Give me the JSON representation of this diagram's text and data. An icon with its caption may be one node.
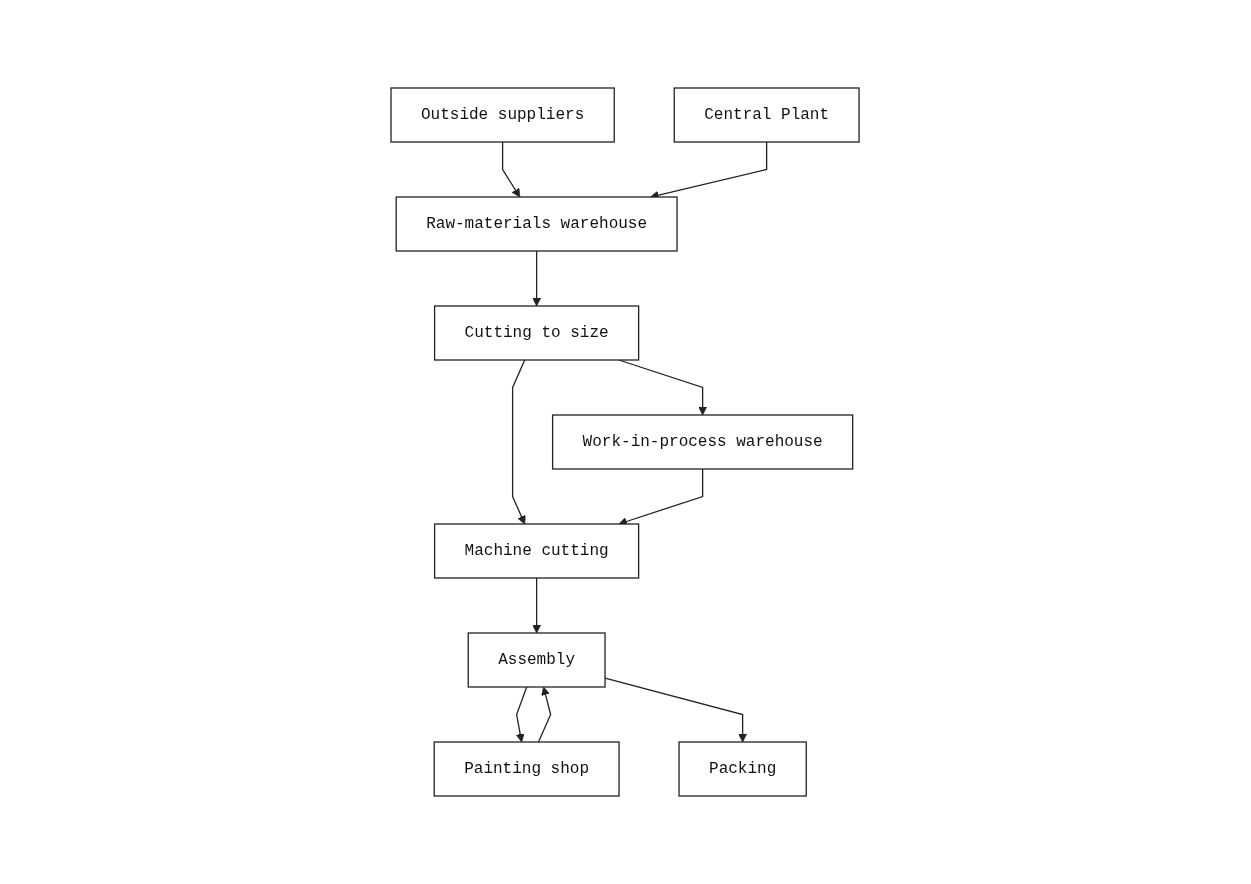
{
  "diagram": {
    "nodes": [
      {
        "text": [
          "Outside suppliers"
        ]
      },
      {
        "text": [
          "Central Plant"
        ]
      },
      {
        "text": [
          "Raw-materials warehouse"
        ]
      },
      {
        "text": [
          "Cutting to size"
        ]
      },
      {
        "text": [
          "Work-in-process warehouse"
        ]
      },
      {
        "text": [
          "Machine cutting"
        ]
      },
      {
        "text": [
          "Painting shop"
        ]
      },
      {
        "text": [
          "Assembly"
        ]
      },
      {
        "text": [
          "Packing"
        ]
      }
    ],
    "edges": [
      {
        "from": 0,
        "to": 2,
        "arrow": "to"
      },
      {
        "from": 1,
        "to": 2,
        "arrow": "to"
      },
      {
        "from": 2,
        "to": 3,
        "arrow": "to"
      },
      {
        "from": 3,
        "to": 4,
        "arrow": "to"
      },
      {
        "from": 3,
        "to": 5,
        "arrow": "to"
      },
      {
        "from": 4,
        "to": 5,
        "arrow": "to"
      },
      {
        "from": 5,
        "to": 7,
        "arrow": "to"
      },
      {
        "from": 7,
        "to": 6,
        "arrow": "to"
      },
      {
        "from": 6,
        "to": 7,
        "arrow": "to"
      },
      {
        "from": 7,
        "to": 8,
        "arrow": "to"
      }
    ]
  }
}
